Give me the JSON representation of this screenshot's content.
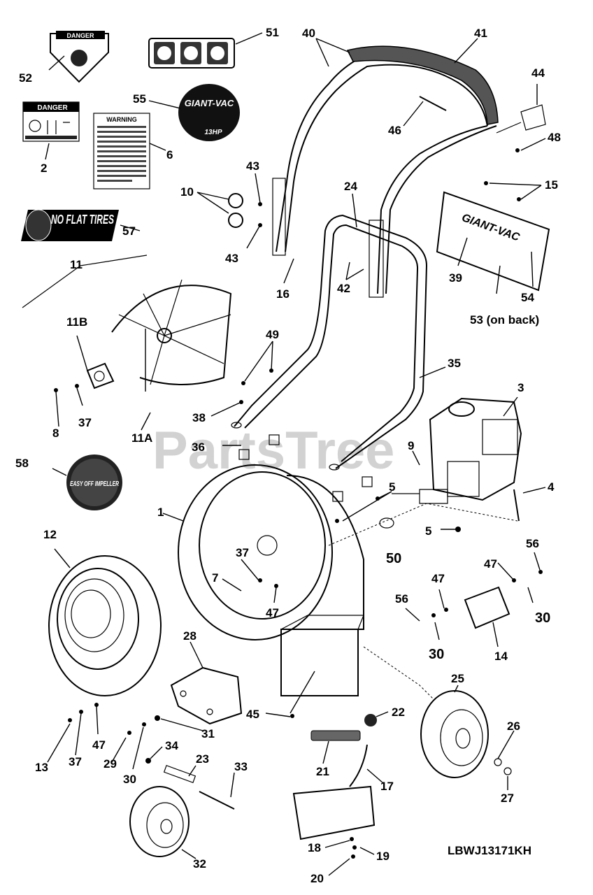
{
  "watermark": "PartsTree",
  "diagram_code": "LBWJ13171KH",
  "decals": {
    "danger_top": "DANGER",
    "danger_small": "DANGER",
    "warning": "WARNING",
    "brand": "GIANT-VAC",
    "hp": "13HP",
    "tires": "NO FLAT TIRES",
    "impeller": "EASY OFF IMPELLER",
    "chute_brand": "GIANT-VAC"
  },
  "callouts": {
    "c1": "1",
    "c2": "2",
    "c3": "3",
    "c4": "4",
    "c5a": "5",
    "c5b": "5",
    "c6": "6",
    "c7": "7",
    "c8": "8",
    "c9": "9",
    "c10": "10",
    "c11": "11",
    "c11a": "11A",
    "c11b": "11B",
    "c12": "12",
    "c13": "13",
    "c14": "14",
    "c15": "15",
    "c16": "16",
    "c17": "17",
    "c18": "18",
    "c19": "19",
    "c20": "20",
    "c21": "21",
    "c22": "22",
    "c23": "23",
    "c24": "24",
    "c25": "25",
    "c26": "26",
    "c27": "27",
    "c28": "28",
    "c29": "29",
    "c30a": "30",
    "c30b": "30",
    "c30c": "30",
    "c31": "31",
    "c32": "32",
    "c33": "33",
    "c34": "34",
    "c35": "35",
    "c36": "36",
    "c37a": "37",
    "c37b": "37",
    "c37c": "37",
    "c38": "38",
    "c39": "39",
    "c40": "40",
    "c41": "41",
    "c42": "42",
    "c43a": "43",
    "c43b": "43",
    "c44": "44",
    "c45": "45",
    "c46": "46",
    "c47a": "47",
    "c47b": "47",
    "c47c": "47",
    "c47d": "47",
    "c48": "48",
    "c49": "49",
    "c50": "50",
    "c51": "51",
    "c52": "52",
    "c53": "53 (on back)",
    "c54": "54",
    "c55": "55",
    "c56a": "56",
    "c56b": "56",
    "c57": "57",
    "c58": "58"
  }
}
